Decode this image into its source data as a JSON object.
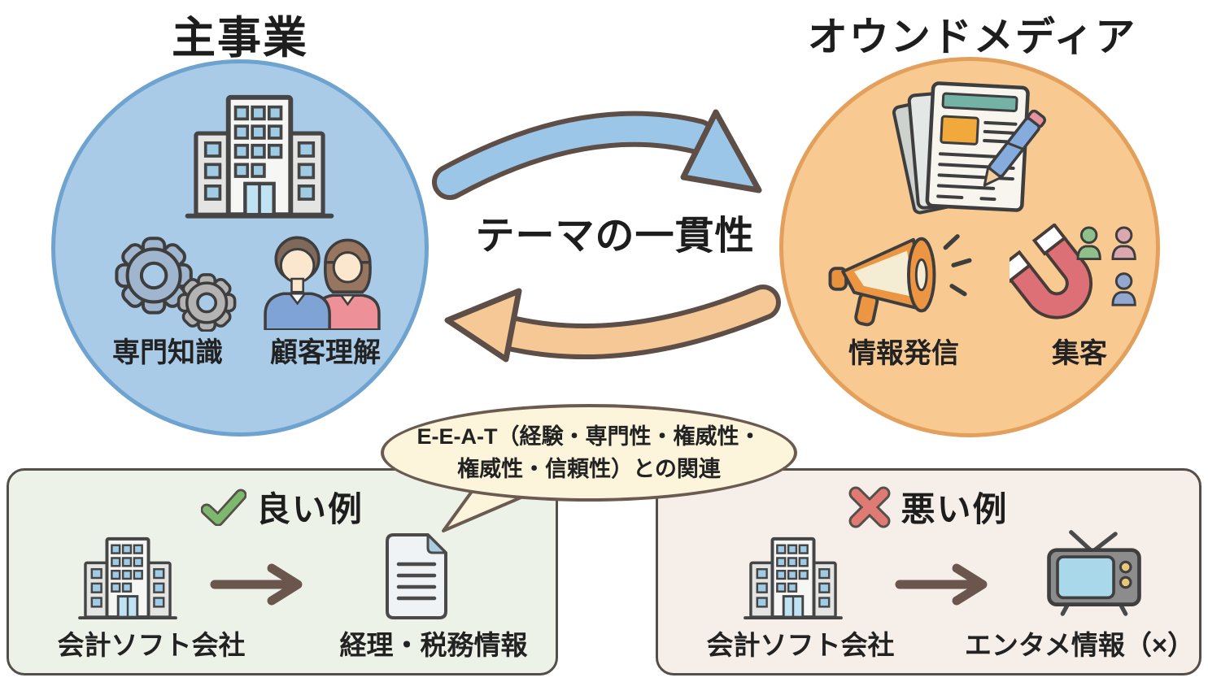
{
  "main_business": {
    "title": "主事業",
    "labels": [
      "専門知識",
      "顧客理解"
    ]
  },
  "owned_media": {
    "title": "オウンドメディア",
    "labels": [
      "情報発信",
      "集客"
    ]
  },
  "center": {
    "arrow_label": "テーマの一貫性"
  },
  "eeat_bubble": {
    "line1": "E-E-A-T（経験・専門性・権威性・",
    "line2": "権威性・信頼性）との関連"
  },
  "good_example": {
    "title": "良い例",
    "source": "会計ソフト会社",
    "output": "経理・税務情報"
  },
  "bad_example": {
    "title": "悪い例",
    "source": "会計ソフト会社",
    "output": "エンタメ情報（×）"
  },
  "icons": {
    "building-icon": "office building",
    "gears-icon": "two gears",
    "people-icon": "man and woman",
    "article-pen-icon": "document stack with pen",
    "megaphone-icon": "megaphone",
    "magnet-icon": "magnet attracting people",
    "check-icon": "✓",
    "cross-icon": "✕",
    "document-icon": "text file",
    "tv-icon": "television",
    "arrow-right-icon": "→"
  },
  "colors": {
    "blue_circle": "#a9cbe8",
    "blue_border": "#6fa3cf",
    "orange_circle": "#f8ca92",
    "orange_border": "#e2a05c",
    "good_panel": "#edf2e9",
    "bad_panel": "#f6eee8",
    "bubble": "#fcf5dc",
    "check_green": "#7cb96e",
    "cross_red": "#e07b74",
    "outline_brown": "#5d4f47"
  }
}
